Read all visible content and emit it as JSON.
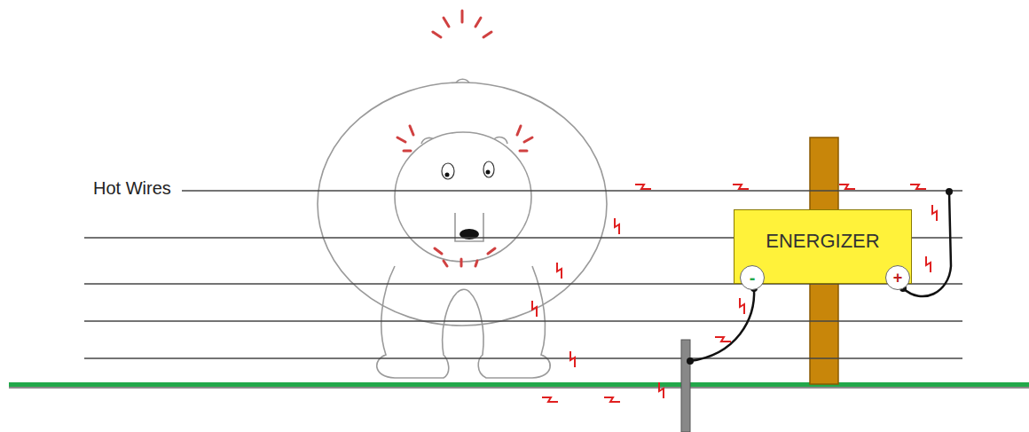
{
  "diagram": {
    "nodes": [
      {
        "text": [
          "ENERGIZER"
        ]
      },
      {
        "text": [
          "-"
        ],
        "in": 0
      },
      {
        "text": [
          "+"
        ],
        "in": 0
      }
    ],
    "labels": [
      "Hot Wires"
    ]
  }
}
